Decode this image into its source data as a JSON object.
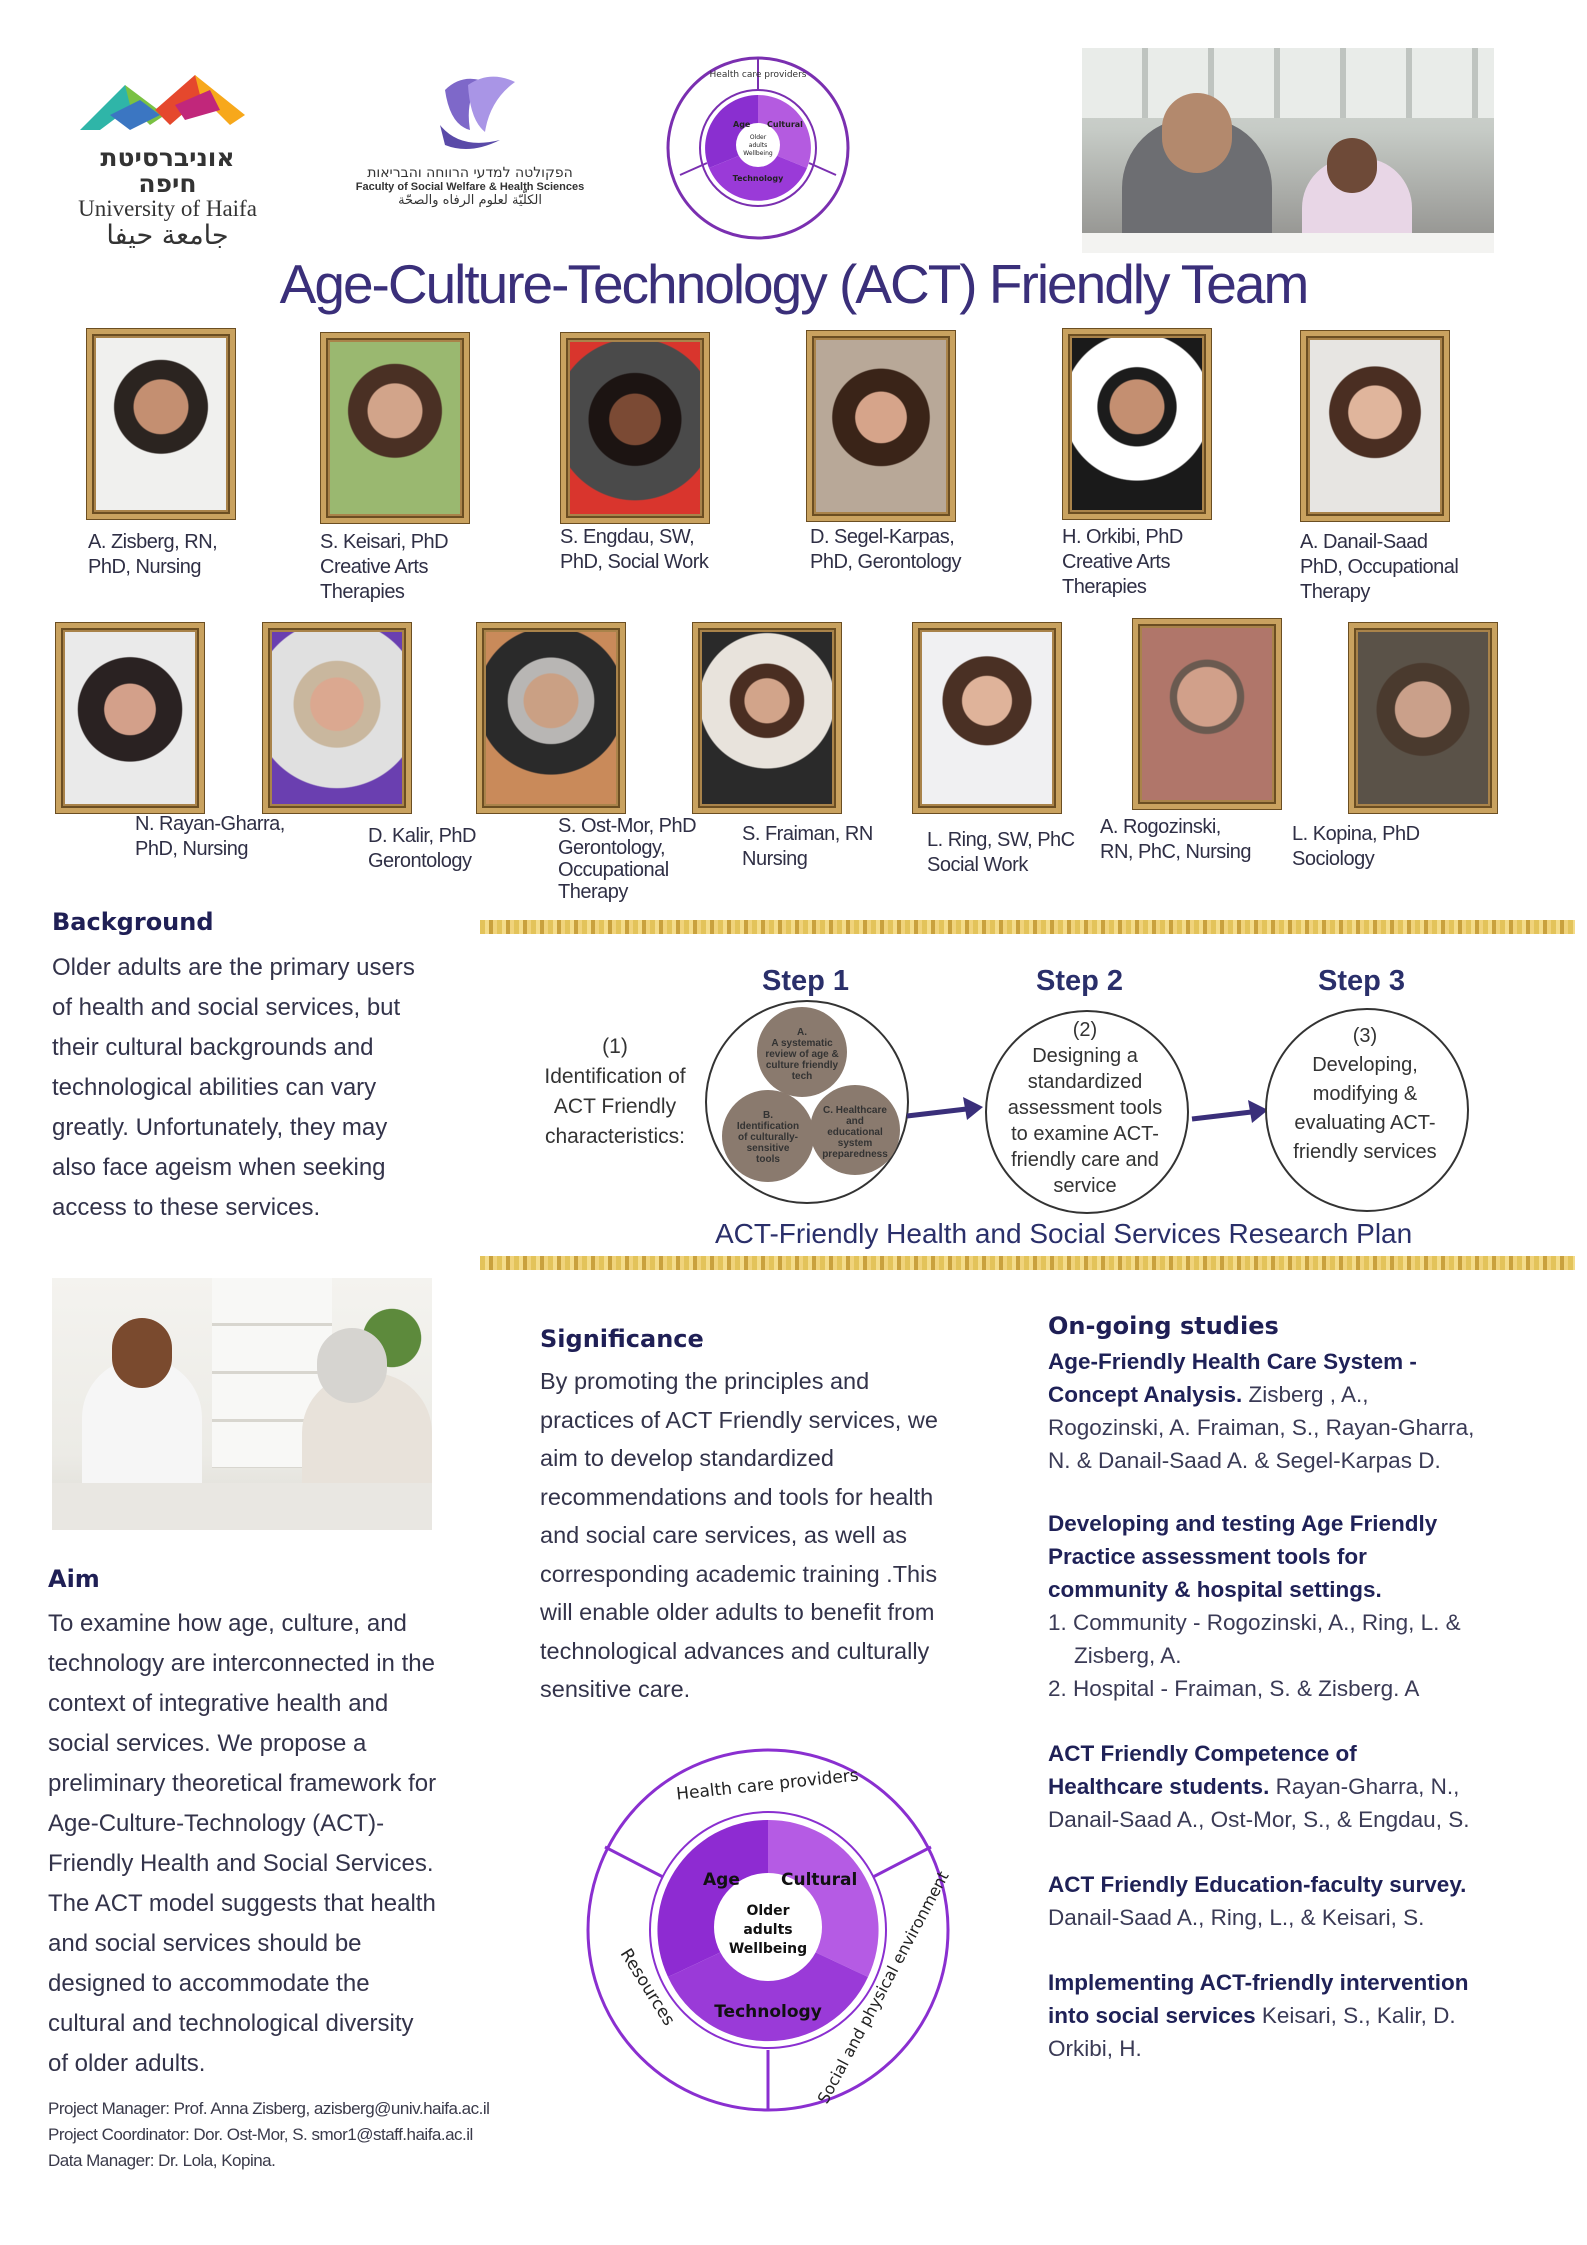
{
  "logos": {
    "haifa_hebrew": "אוניברסיטת חיפה",
    "haifa_english": "University of Haifa",
    "haifa_arabic": "جامعة حيفا",
    "faculty_hebrew": "הפקולטה למדעי הרווחה והבריאות",
    "faculty_english": "Faculty of Social Welfare & Health Sciences",
    "faculty_arabic": "الكلّيّة لعلوم الرفاه والصحّة"
  },
  "title": "Age-Culture-Technology (ACT) Friendly Team",
  "team_row1": [
    {
      "l1": "A. Zisberg, RN,",
      "l2": "PhD, Nursing",
      "l3": ""
    },
    {
      "l1": "S. Keisari, PhD",
      "l2": "Creative Arts",
      "l3": "Therapies"
    },
    {
      "l1": "S. Engdau, SW,",
      "l2": "PhD, Social Work",
      "l3": ""
    },
    {
      "l1": "D. Segel-Karpas,",
      "l2": "PhD, Gerontology",
      "l3": ""
    },
    {
      "l1": "H. Orkibi, PhD",
      "l2": "Creative Arts",
      "l3": "Therapies"
    },
    {
      "l1": "A. Danail-Saad",
      "l2": "PhD, Occupational",
      "l3": "Therapy"
    }
  ],
  "team_row2": [
    {
      "l1": "N. Rayan-Gharra,",
      "l2": "PhD, Nursing",
      "l3": "",
      "l4": ""
    },
    {
      "l1": "D. Kalir, PhD",
      "l2": "Gerontology",
      "l3": "",
      "l4": ""
    },
    {
      "l1": "S. Ost-Mor, PhD",
      "l2": "Gerontology,",
      "l3": "Occupational",
      "l4": "Therapy"
    },
    {
      "l1": "S. Fraiman, RN",
      "l2": "Nursing",
      "l3": "",
      "l4": ""
    },
    {
      "l1": "L. Ring, SW, PhC",
      "l2": "Social Work",
      "l3": "",
      "l4": ""
    },
    {
      "l1": "A. Rogozinski,",
      "l2": "RN, PhC, Nursing",
      "l3": "",
      "l4": ""
    },
    {
      "l1": "L. Kopina, PhD",
      "l2": "Sociology",
      "l3": "",
      "l4": ""
    }
  ],
  "background": {
    "heading": "Background",
    "lines": [
      "Older adults are the primary users",
      "of health and social services, but",
      "their cultural backgrounds and",
      "technological abilities can vary",
      "greatly. Unfortunately, they may",
      "also face ageism when seeking",
      "access to these services."
    ]
  },
  "plan": {
    "step1": "Step 1",
    "step2": "Step 2",
    "step3": "Step 3",
    "step1_lines": [
      "(1)",
      "Identification of",
      "ACT Friendly",
      "characteristics:"
    ],
    "a_lines": [
      "A.",
      "A systematic",
      "review of age &",
      "culture friendly",
      "tech"
    ],
    "b_lines": [
      "B.",
      "Identification",
      "of culturally-",
      "sensitive",
      "tools"
    ],
    "c_lines": [
      "C. Healthcare",
      "and",
      "educational",
      "system",
      "preparedness"
    ],
    "step2_lines": [
      "(2)",
      "Designing a",
      "standardized",
      "assessment tools",
      "to examine  ACT-",
      "friendly care and",
      "service"
    ],
    "step3_lines": [
      "(3)",
      "Developing,",
      "modifying &",
      "evaluating  ACT-",
      "friendly services"
    ],
    "caption": "ACT-Friendly Health and Social Services Research Plan"
  },
  "aim": {
    "heading": "Aim",
    "lines": [
      "To examine how age, culture, and",
      "technology are interconnected in the",
      "context of integrative health and",
      "social services. We propose a",
      "preliminary theoretical framework for",
      "Age-Culture-Technology (ACT)-",
      "Friendly Health and Social Services.",
      "The ACT model suggests that health",
      "and social services should be",
      "designed to accommodate the",
      "cultural and technological diversity",
      "of older adults."
    ]
  },
  "significance": {
    "heading": "Significance",
    "lines": [
      "By promoting the principles and",
      "practices of ACT Friendly services, we",
      "aim to develop standardized",
      "recommendations and tools for health",
      "and social care services, as well as",
      "corresponding academic training .This",
      "will enable older adults to benefit from",
      "technological advances and culturally",
      "sensitive care."
    ]
  },
  "model": {
    "outer_top": "Health care providers",
    "outer_right": "Social and physical environment",
    "outer_left": "Resources",
    "age": "Age",
    "cultural": "Cultural",
    "technology": "Technology",
    "center": [
      "Older",
      "adults",
      "Wellbeing"
    ]
  },
  "ongoing": {
    "heading": "On-going studies",
    "s1_title_a": "Age-Friendly Health Care System -",
    "s1_title_b": "Concept Analysis.",
    "s1_auth_a": " Zisberg , A.,",
    "s1_auth_b": "Rogozinski, A. Fraiman, S., Rayan-Gharra,",
    "s1_auth_c": "N. &  Danail-Saad A. & Segel-Karpas D.",
    "s2_title": [
      "Developing and testing Age Friendly",
      "Practice assessment tools for",
      "community & hospital settings."
    ],
    "s2_item1a": "1. Community - Rogozinski, A., Ring, L.  &",
    "s2_item1b": "Zisberg, A.",
    "s2_item2": "2. Hospital - Fraiman, S. & Zisberg. A",
    "s3_title_a": "ACT Friendly Competence of",
    "s3_title_b": "Healthcare students.",
    "s3_auth_a": " Rayan-Gharra, N.,",
    "s3_auth_b": "Danail-Saad A., Ost-Mor, S., & Engdau, S.",
    "s4_title": "ACT Friendly Education-faculty survey.",
    "s4_auth": "Danail-Saad A., Ring, L., & Keisari, S.",
    "s5_title_a": "Implementing ACT-friendly intervention",
    "s5_title_b": "into social services",
    "s5_auth_a": "  Keisari, S., Kalir, D.",
    "s5_auth_b": "Orkibi, H."
  },
  "footer": {
    "manager": "Project Manager: Prof. Anna Zisberg, azisberg@univ.haifa.ac.il",
    "coordinator": "Project Coordinator: Dor. Ost-Mor, S. smor1@staff.haifa.ac.il",
    "data_manager": "Data Manager: Dr. Lola, Kopina."
  },
  "colors": {
    "title": "#3a2f7a",
    "purple_dark": "#7a2fb0",
    "purple_light": "#b45be0",
    "gold": "#e3c35a"
  }
}
